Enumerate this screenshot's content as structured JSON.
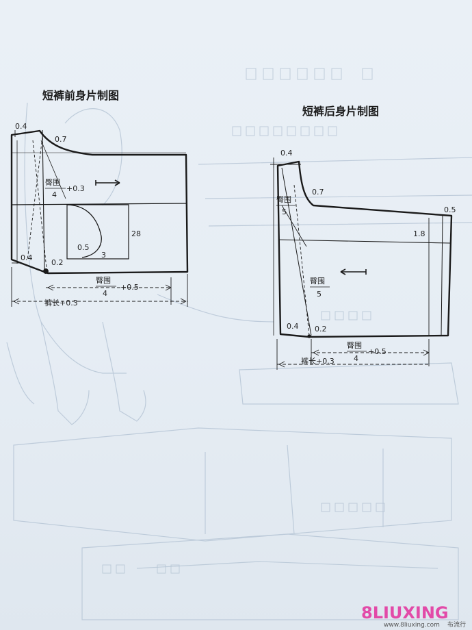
{
  "front": {
    "title": "短裤前身片制图",
    "t_04a": "0.4",
    "t_07": "0.7",
    "t_waist_top": "臀围",
    "t_waist_bot": "4",
    "t_waist_plus": "+0.3",
    "t_28": "28",
    "t_05": "0.5",
    "t_3": "3",
    "t_04b": "0.4",
    "t_02": "0.2",
    "t_hem_top": "臀围",
    "t_hem_bot": "4",
    "t_hem_plus": "+0.5",
    "t_len": "裤长+0.3"
  },
  "back": {
    "title": "短裤后身片制图",
    "t_04a": "0.4",
    "t_07": "0.7",
    "t_05": "0.5",
    "t_h1_top": "臀围",
    "t_h1_bot": "5",
    "t_18": "1.8",
    "t_h2_top": "臀围",
    "t_h2_bot": "5",
    "t_04b": "0.4",
    "t_02": "0.2",
    "t_hem_top": "臀围",
    "t_hem_bot": "4",
    "t_hem_plus": "+0.5",
    "t_len": "裤长+0.3"
  },
  "watermark": {
    "logo": "8LIUXING",
    "url": "www.8liuxing.com",
    "brand": "布流行"
  },
  "colors": {
    "paper": "#e9eff5",
    "ink": "#1a1a1a",
    "ghost": "#a9b9ca"
  }
}
